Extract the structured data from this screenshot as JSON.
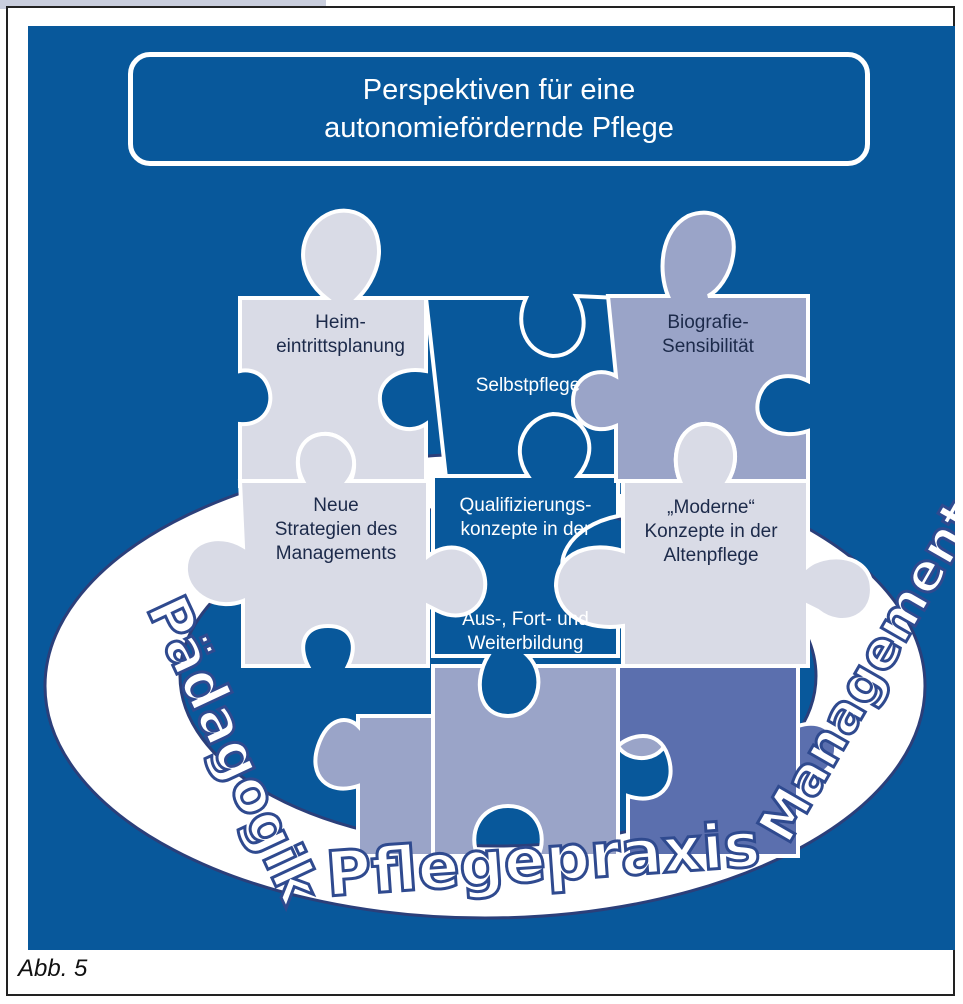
{
  "title": "Perspektiven für eine\nautonomiefördernde Pflege",
  "pieces": {
    "heimeintritt": "Heim-\neintrittsplanung",
    "selbstpflege": "Selbstpflege",
    "biografie": "Biografie-\nSensibilität",
    "neue_strategien": "Neue\nStrategien des\nManagements",
    "qualifizierung_top": "Qualifizierungs-\nkonzepte in der",
    "qualifizierung_bottom": "Aus-, Fort- und\nWeiterbildung",
    "moderne": "„Moderne“\nKonzepte in der\nAltenpflege"
  },
  "ring": {
    "left": "Pädagogik",
    "bottom": "Pflegepraxis",
    "right": "Management"
  },
  "caption": "Abb. 5",
  "colors": {
    "background": "#08589b",
    "piece_light": "#d9dbe6",
    "piece_mid": "#9aa4c8",
    "piece_blue": "#5b6fae",
    "ring": "#ffffff",
    "ring_text_outline": "#2f4a8f"
  }
}
